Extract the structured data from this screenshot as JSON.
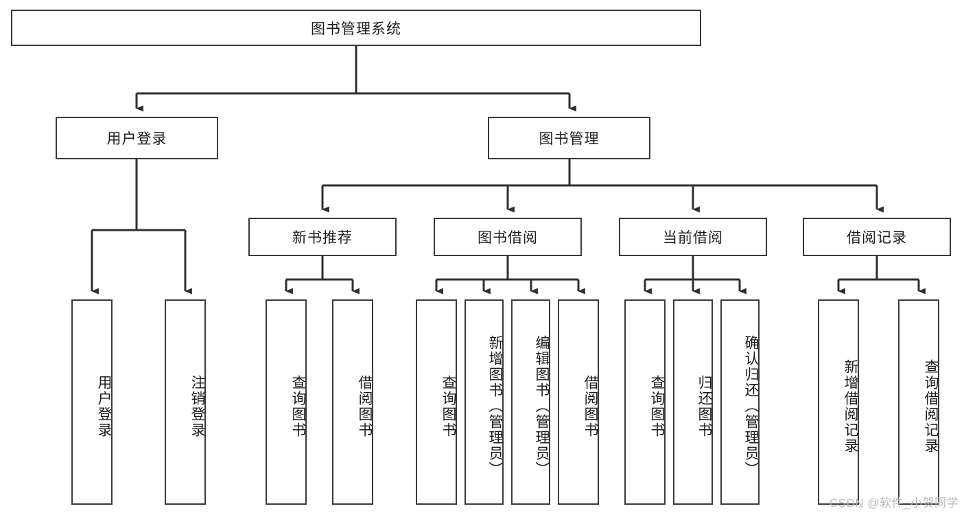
{
  "diagram": {
    "title": "图书管理系统",
    "type": "tree-hierarchy-diagram",
    "watermark": "CSDN @软件_小贺同学",
    "colors": {
      "box_border": "#3a3a3a",
      "box_fill": "#ffffff",
      "edge": "#2f2f2f",
      "text": "#1c1c1c",
      "watermark": "#b8b8b8",
      "background": "#ffffff"
    },
    "nodes": {
      "root": {
        "label": "图书管理系统",
        "orientation": "horizontal"
      },
      "level2": [
        {
          "id": "user-login",
          "label": "用户登录",
          "orientation": "horizontal"
        },
        {
          "id": "book-manage",
          "label": "图书管理",
          "orientation": "horizontal"
        }
      ],
      "level3": [
        {
          "id": "new-book-recommend",
          "label": "新书推荐",
          "orientation": "horizontal"
        },
        {
          "id": "book-borrow",
          "label": "图书借阅",
          "orientation": "horizontal"
        },
        {
          "id": "current-borrow",
          "label": "当前借阅",
          "orientation": "horizontal"
        },
        {
          "id": "borrow-record",
          "label": "借阅记录",
          "orientation": "horizontal"
        }
      ],
      "leaves": [
        {
          "id": "leaf-user-login",
          "label": "用户登录",
          "parent": "user-login",
          "orientation": "vertical"
        },
        {
          "id": "leaf-logout-login",
          "label": "注销登录",
          "parent": "user-login",
          "orientation": "vertical"
        },
        {
          "id": "leaf-query-book-1",
          "label": "查询图书",
          "parent": "new-book-recommend",
          "orientation": "vertical"
        },
        {
          "id": "leaf-borrow-book-1",
          "label": "借阅图书",
          "parent": "new-book-recommend",
          "orientation": "vertical"
        },
        {
          "id": "leaf-query-book-2",
          "label": "查询图书",
          "parent": "book-borrow",
          "orientation": "vertical"
        },
        {
          "id": "leaf-add-book-admin",
          "label": "新增图书（管理员）",
          "parent": "book-borrow",
          "orientation": "vertical"
        },
        {
          "id": "leaf-edit-book-admin",
          "label": "编辑图书（管理员）",
          "parent": "book-borrow",
          "orientation": "vertical"
        },
        {
          "id": "leaf-borrow-book-2",
          "label": "借阅图书",
          "parent": "book-borrow",
          "orientation": "vertical"
        },
        {
          "id": "leaf-query-book-3",
          "label": "查询图书",
          "parent": "current-borrow",
          "orientation": "vertical"
        },
        {
          "id": "leaf-return-book",
          "label": "归还图书",
          "parent": "current-borrow",
          "orientation": "vertical"
        },
        {
          "id": "leaf-confirm-return-admin",
          "label": "确认归还（管理员）",
          "parent": "current-borrow",
          "orientation": "vertical"
        },
        {
          "id": "leaf-add-borrow-record",
          "label": "新增借阅记录",
          "parent": "borrow-record",
          "orientation": "vertical"
        },
        {
          "id": "leaf-query-borrow-record",
          "label": "查询借阅记录",
          "parent": "borrow-record",
          "orientation": "vertical"
        }
      ]
    }
  }
}
